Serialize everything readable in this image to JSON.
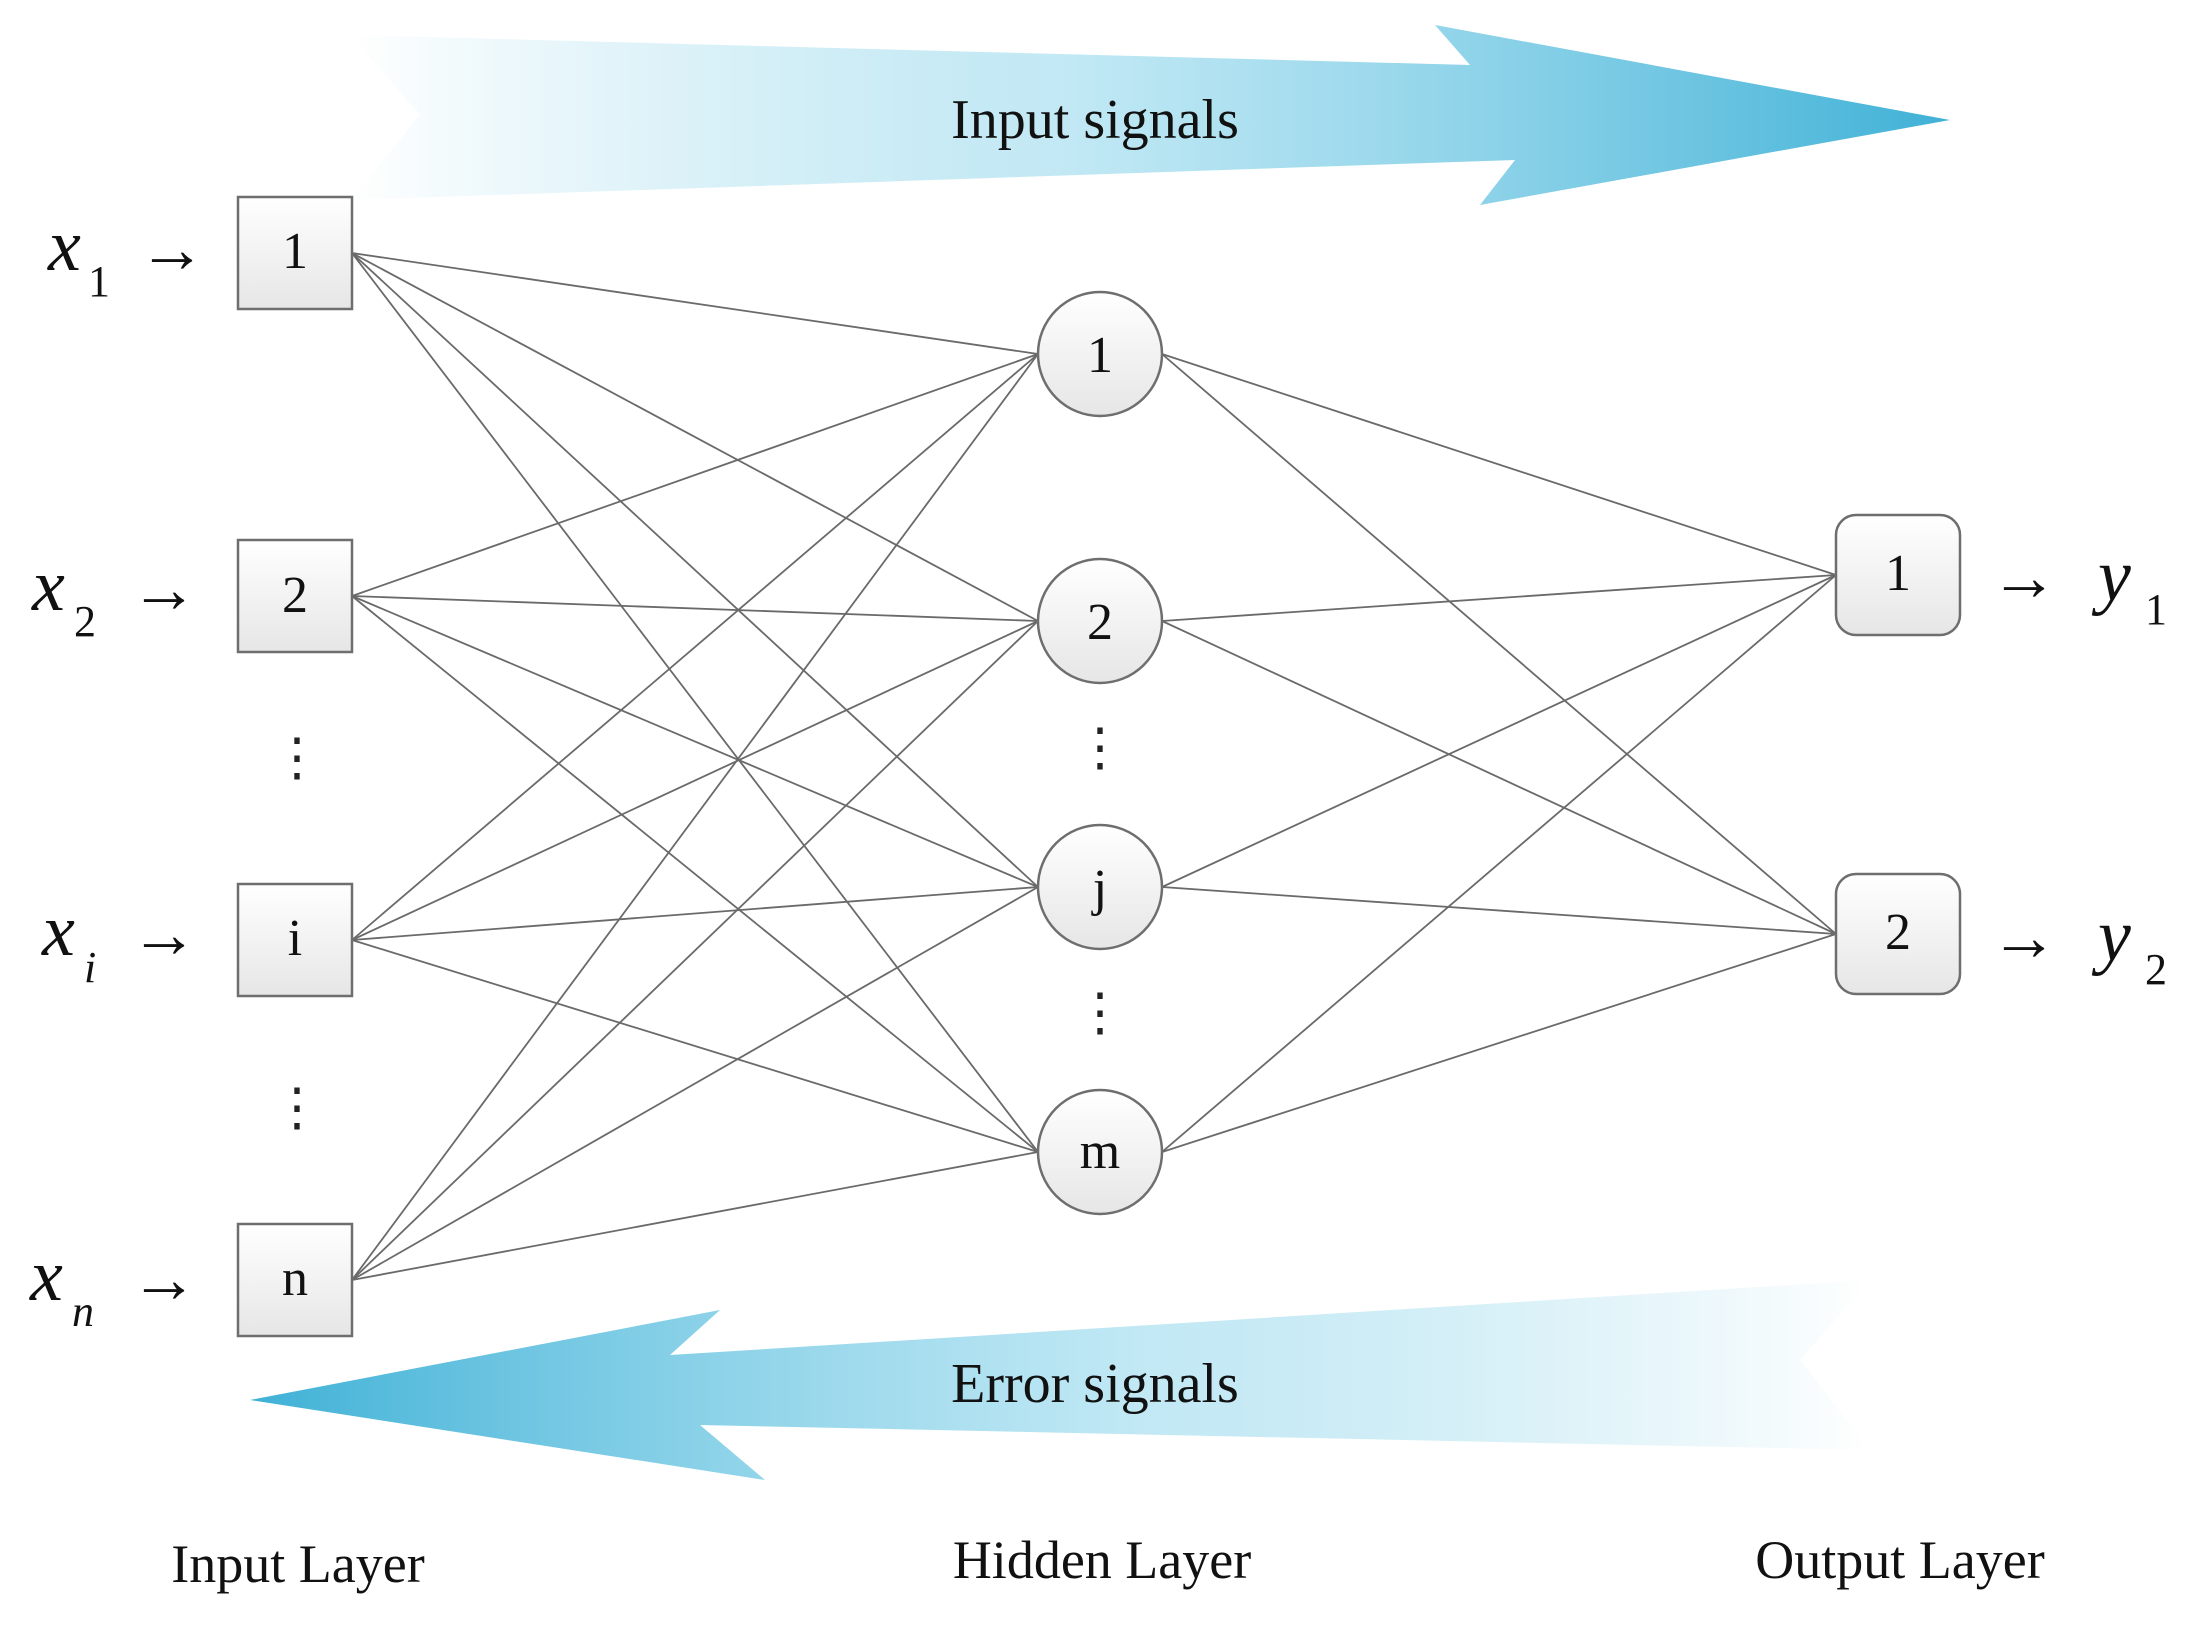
{
  "banners": {
    "input_signals": "Input signals",
    "error_signals": "Error signals"
  },
  "input_layer": {
    "label": "Input Layer",
    "nodes": [
      {
        "label": "1",
        "var": "x",
        "sub": "1"
      },
      {
        "label": "2",
        "var": "x",
        "sub": "2"
      },
      {
        "label": "i",
        "var": "x",
        "sub": "i"
      },
      {
        "label": "n",
        "var": "x",
        "sub": "n"
      }
    ]
  },
  "hidden_layer": {
    "label": "Hidden Layer",
    "nodes": [
      {
        "label": "1"
      },
      {
        "label": "2"
      },
      {
        "label": "j"
      },
      {
        "label": "m"
      }
    ]
  },
  "output_layer": {
    "label": "Output Layer",
    "nodes": [
      {
        "label": "1",
        "var": "y",
        "sub": "1"
      },
      {
        "label": "2",
        "var": "y",
        "sub": "2"
      }
    ]
  },
  "ellipsis": "⋮",
  "colors": {
    "arrow_band": "#5bc0de",
    "edge": "#6a6a6a",
    "node_border": "#6e6e6e"
  }
}
